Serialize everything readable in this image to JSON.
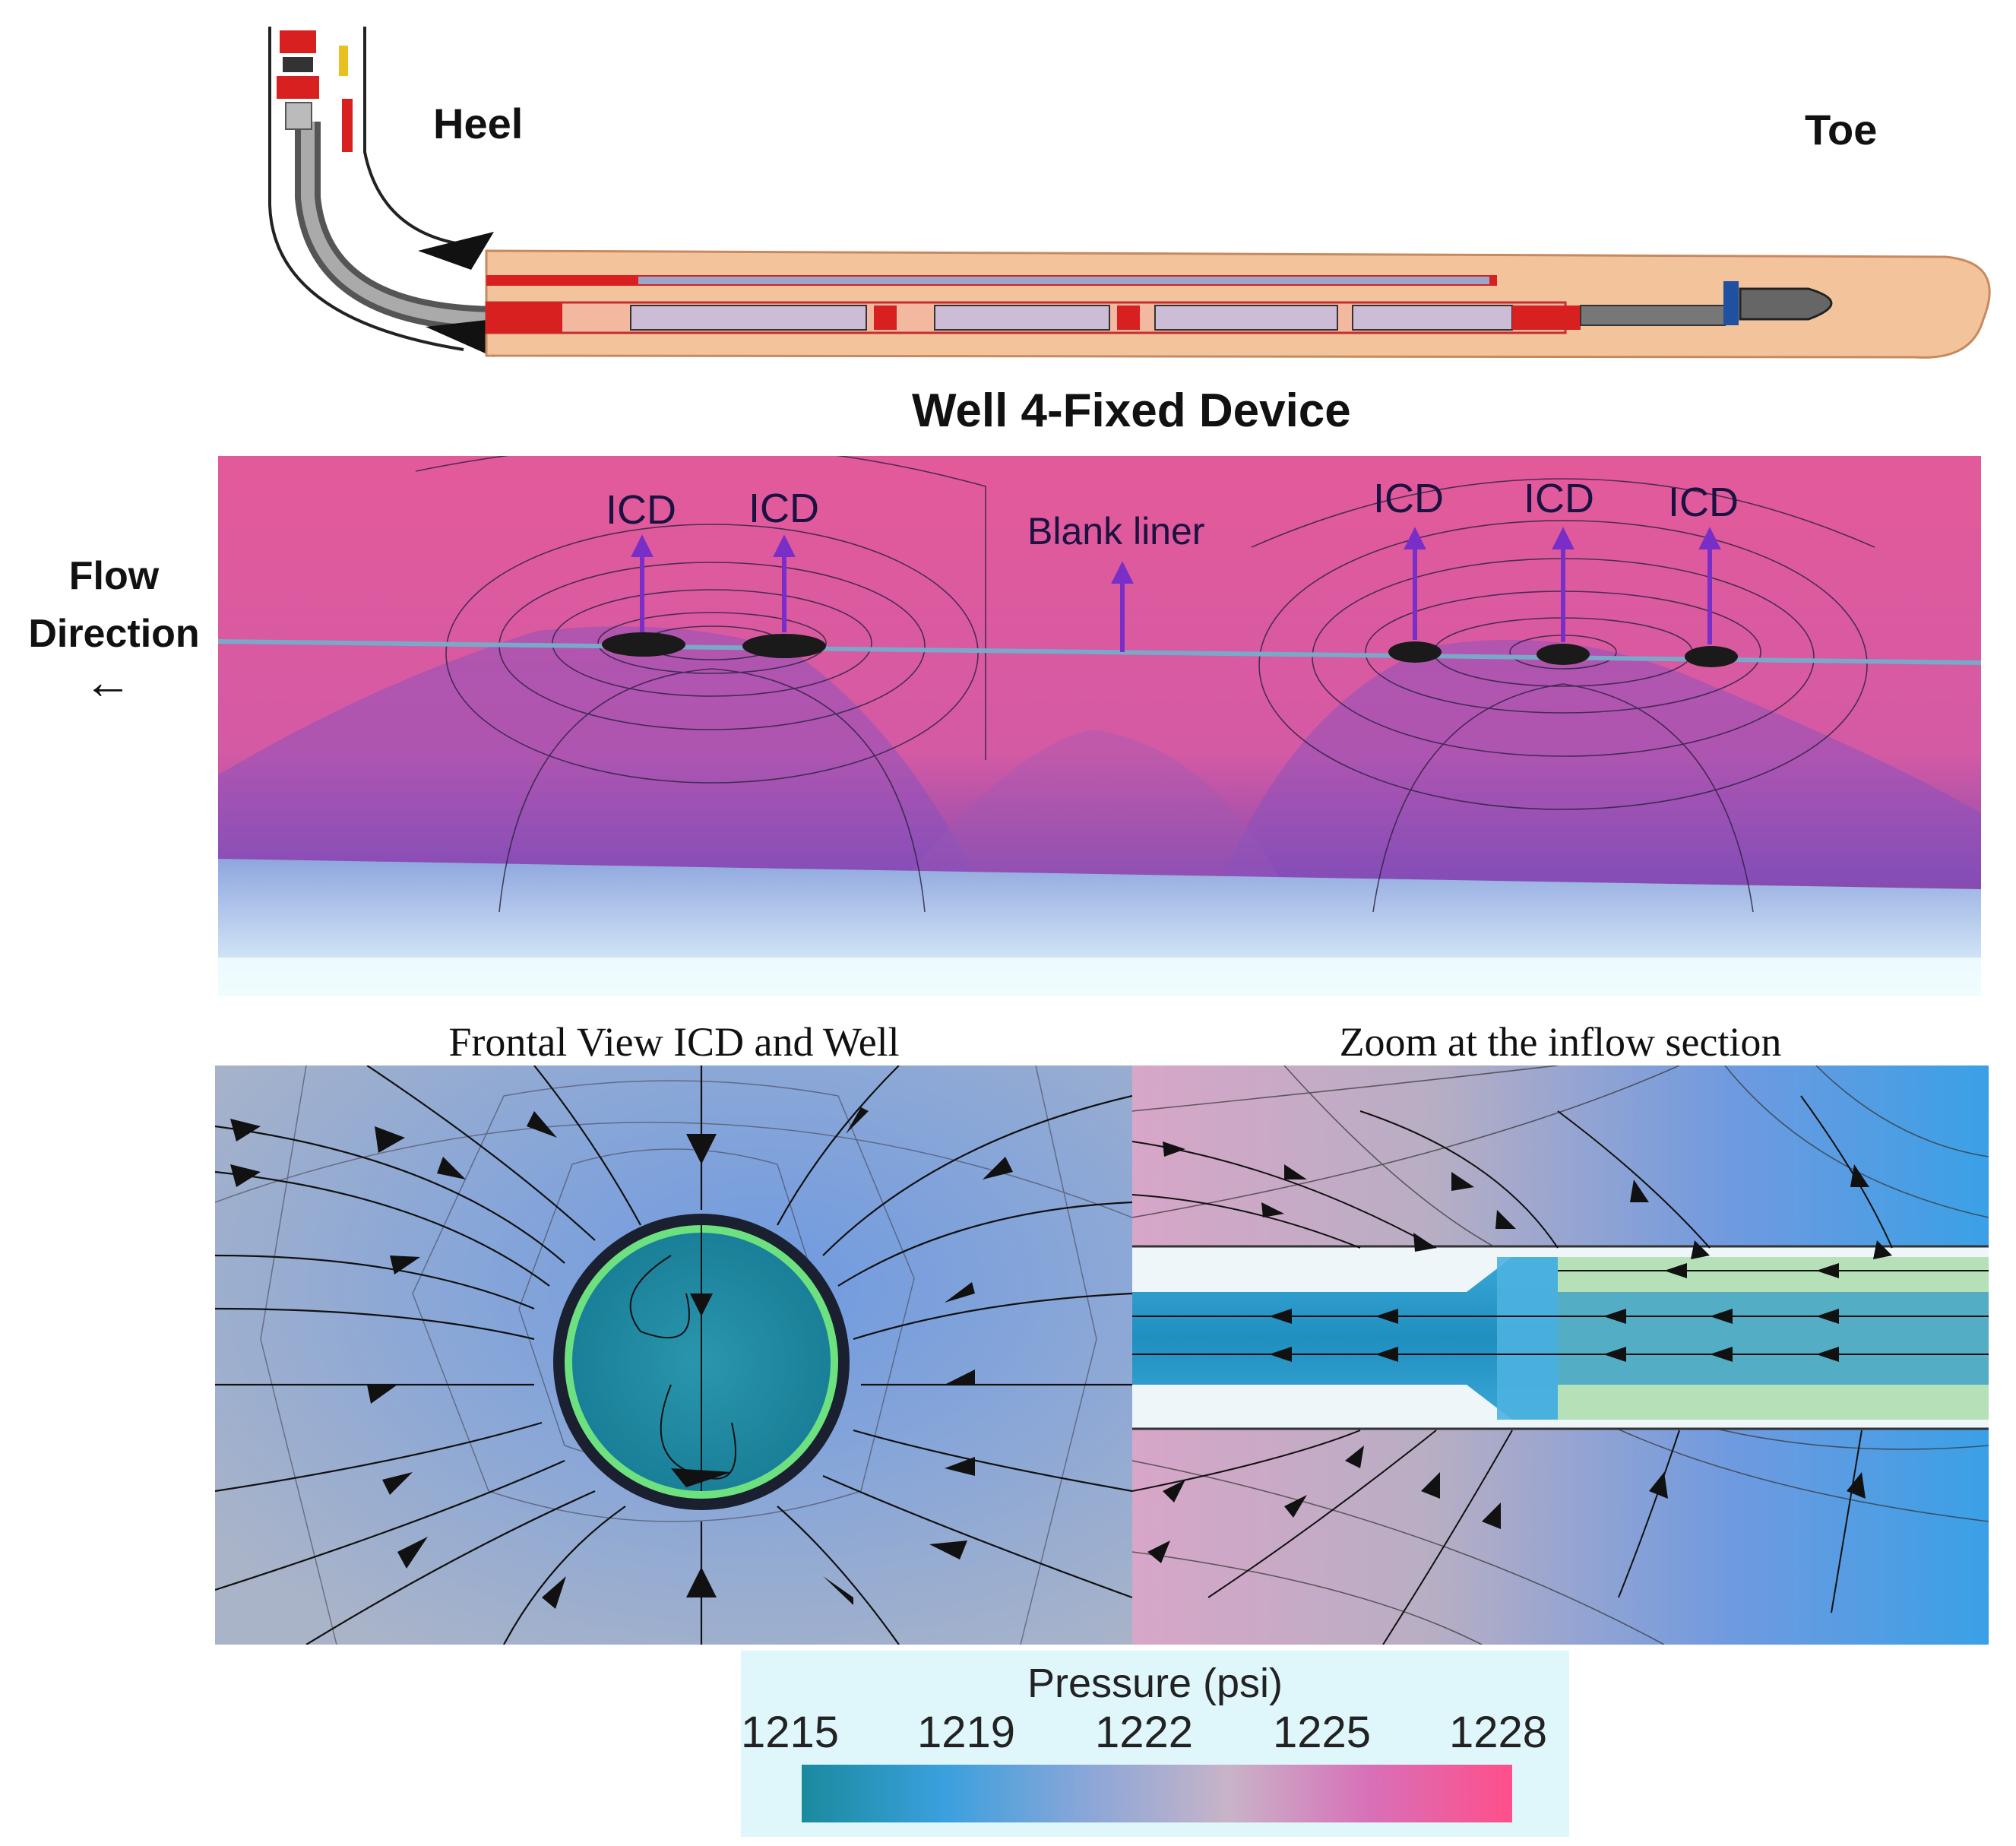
{
  "schematic": {
    "heel_label": "Heel",
    "toe_label": "Toe"
  },
  "simulation": {
    "title": "Well 4-Fixed Device",
    "flow_direction_label": "Flow Direction",
    "flow_direction_arrow": "←",
    "icd_labels": [
      "ICD",
      "ICD",
      "ICD",
      "ICD",
      "ICD"
    ],
    "blank_liner_label": "Blank liner"
  },
  "frontal_view": {
    "title": "Frontal View ICD and Well"
  },
  "zoom_view": {
    "title": "Zoom at the inflow section"
  },
  "colorbar": {
    "title": "Pressure (psi)",
    "ticks": [
      "1215",
      "1219",
      "1222",
      "1225",
      "1228"
    ],
    "colors": [
      "#1a8a9e",
      "#3aa0de",
      "#8aa6d8",
      "#c8b4c8",
      "#d870b8",
      "#ff4f8a"
    ]
  }
}
